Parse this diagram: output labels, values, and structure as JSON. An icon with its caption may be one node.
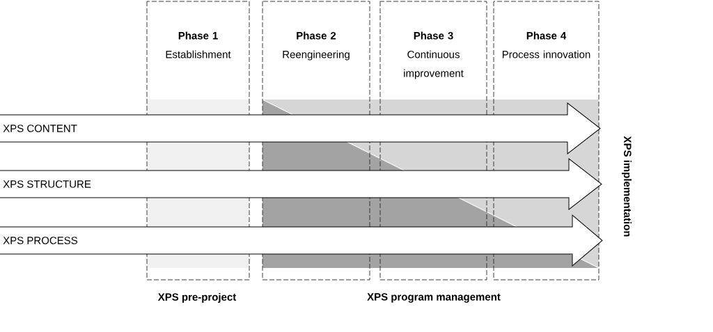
{
  "diagram": {
    "nodes": [
      {
        "text": [
          "Phase 1",
          "Establishment"
        ]
      },
      {
        "text": [
          "Phase 2",
          "Reengineering"
        ]
      },
      {
        "text": [
          "Phase 3",
          "Continuous improvement"
        ]
      },
      {
        "text": [
          "Phase 4",
          "Process innovation"
        ]
      },
      {
        "text": [
          "XPS CONTENT"
        ]
      },
      {
        "text": [
          "XPS STRUCTURE"
        ]
      },
      {
        "text": [
          "XPS PROCESS"
        ]
      }
    ],
    "labels": [
      "XPS implementation",
      "XPS pre-project",
      "XPS program management"
    ]
  }
}
